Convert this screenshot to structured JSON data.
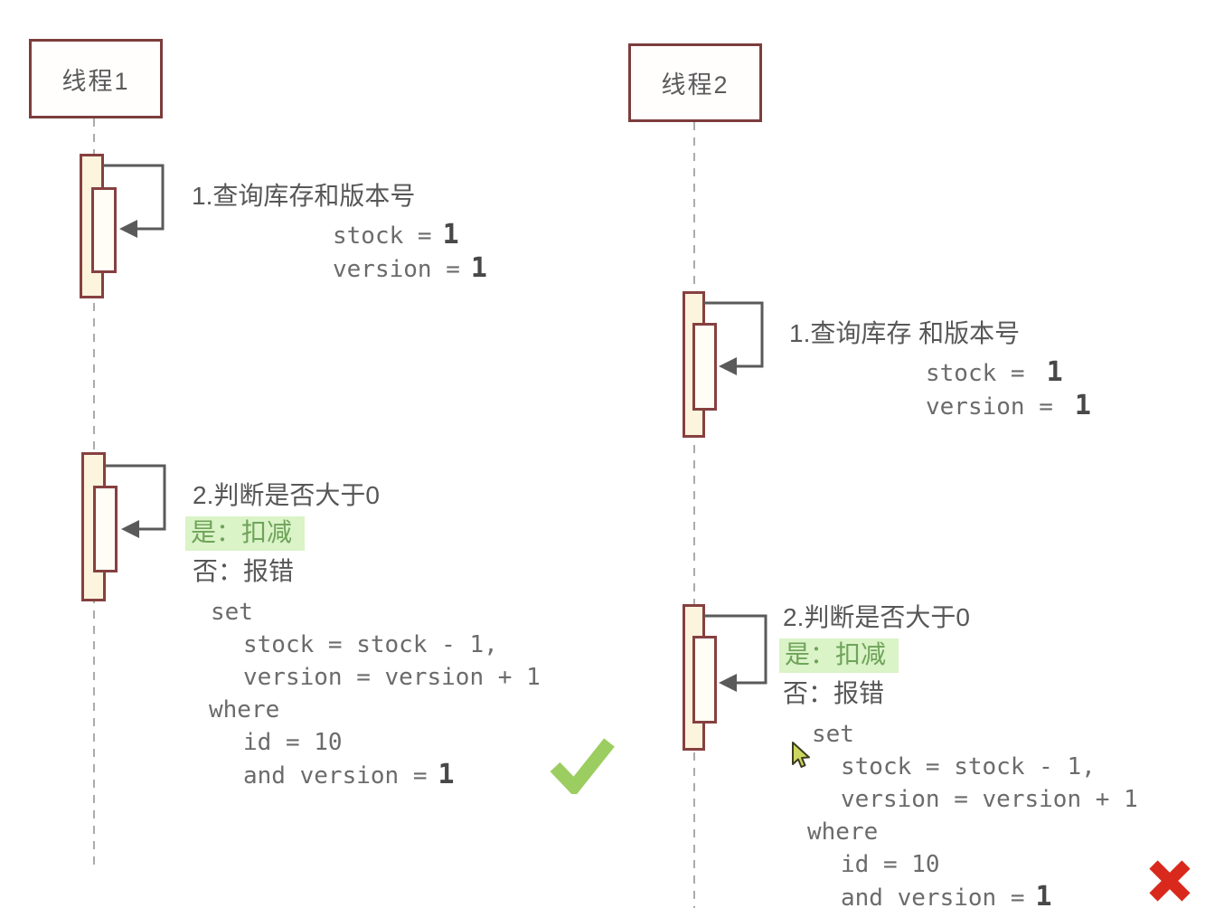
{
  "diagram_title": "optimistic-lock stock deduction sequence",
  "colors": {
    "box_border": "#7d3c3c",
    "bar_border": "#864040",
    "bar_fill": "#fcf4dd",
    "highlight_bg": "#daf3c7",
    "highlight_text": "#6fa35a",
    "check_green": "#9ccd60",
    "cross_red": "#d8291c",
    "cursor_fill": "#cdd75f",
    "text_gray": "#575757"
  },
  "icons": {
    "check": "check-icon",
    "cross": "cross-icon",
    "cursor": "cursor-icon",
    "self_call": "self-call-arrow"
  },
  "thread1": {
    "label": "线程1",
    "step1": {
      "title": "1.查询库存和版本号",
      "stock_label": "stock =",
      "stock_value": "1",
      "version_label": "version =",
      "version_value": "1"
    },
    "step2": {
      "title": "2.判断是否大于0",
      "yes": "是：扣减",
      "no": "否：报错",
      "sql_set": "set",
      "sql_l1": "stock = stock - 1,",
      "sql_l2": "version = version + 1",
      "sql_where": "where",
      "sql_l3": "id = 10",
      "sql_l4_label": "and version =",
      "sql_l4_value": "1",
      "result": "success"
    }
  },
  "thread2": {
    "label": "线程2",
    "step1": {
      "title": "1.查询库存 和版本号",
      "stock_label": "stock =",
      "stock_value": "1",
      "version_label": "version =",
      "version_value": "1"
    },
    "step2": {
      "title": "2.判断是否大于0",
      "yes": "是：扣减",
      "no": "否：报错",
      "sql_set": "set",
      "sql_l1": "stock = stock - 1,",
      "sql_l2": "version = version + 1",
      "sql_where": "where",
      "sql_l3": "id = 10",
      "sql_l4_label": "and version =",
      "sql_l4_value": "1",
      "result": "failure"
    }
  }
}
